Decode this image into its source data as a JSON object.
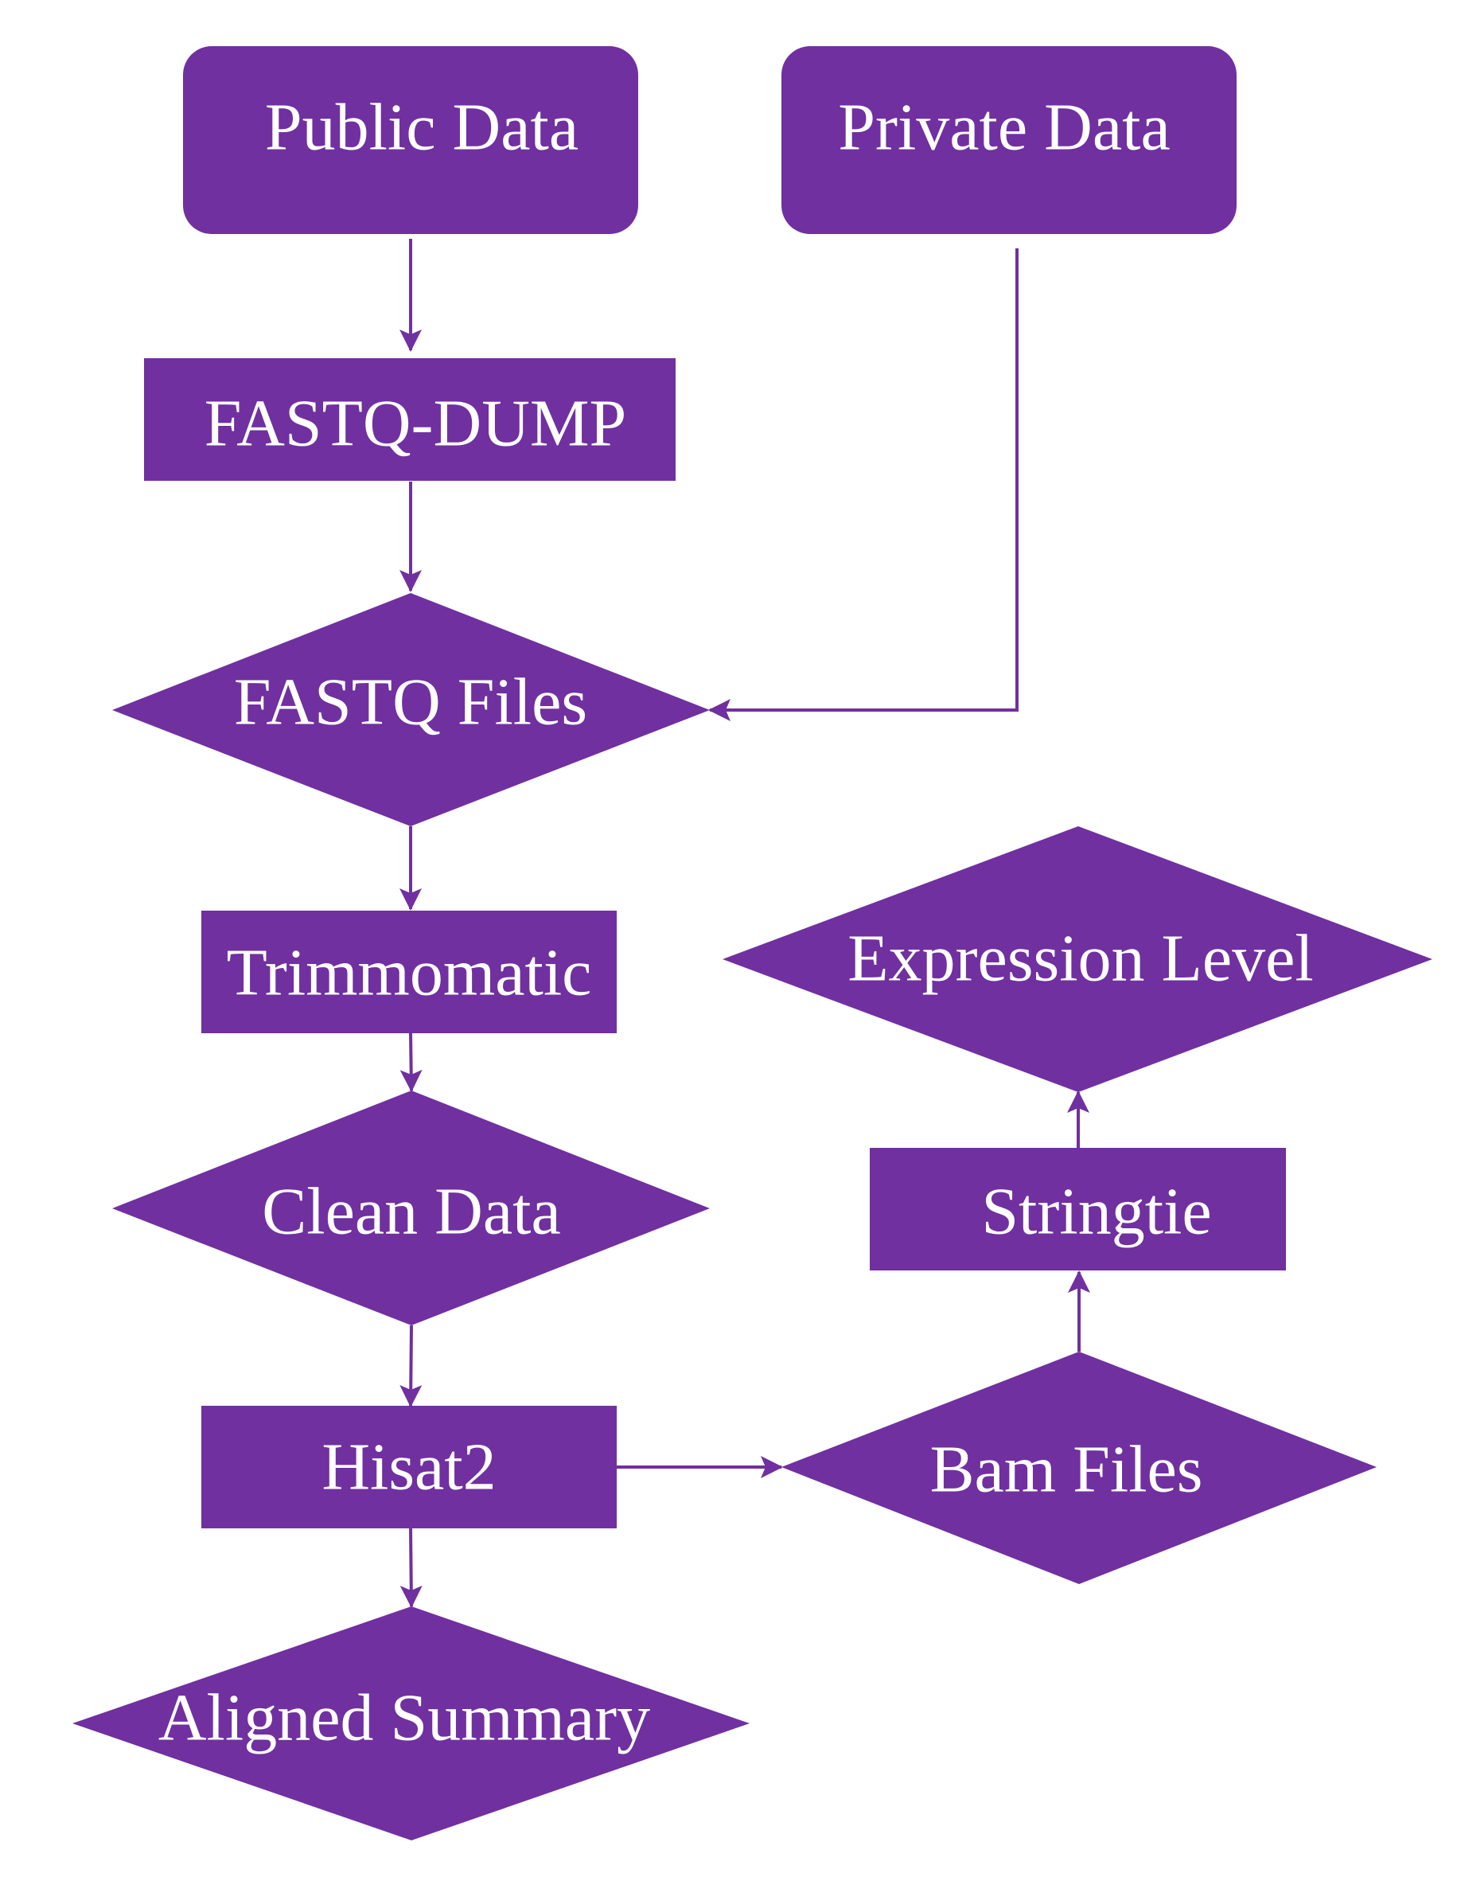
{
  "colors": {
    "node_fill": "#7030a0",
    "edge": "#7030a0",
    "text": "#ffffff",
    "background": "#ffffff"
  },
  "nodes": {
    "public_data": "Public Data",
    "private_data": "Private Data",
    "fastq_dump": "FASTQ-DUMP",
    "fastq_files": "FASTQ Files",
    "trimmomatic": "Trimmomatic",
    "clean_data": "Clean Data",
    "hisat2": "Hisat2",
    "aligned_summary": "Aligned Summary",
    "bam_files": "Bam Files",
    "stringtie": "Stringtie",
    "expression_level": "Expression Level"
  },
  "edges": [
    {
      "from": "public_data",
      "to": "fastq_dump"
    },
    {
      "from": "fastq_dump",
      "to": "fastq_files"
    },
    {
      "from": "private_data",
      "to": "fastq_files"
    },
    {
      "from": "fastq_files",
      "to": "trimmomatic"
    },
    {
      "from": "trimmomatic",
      "to": "clean_data"
    },
    {
      "from": "clean_data",
      "to": "hisat2"
    },
    {
      "from": "hisat2",
      "to": "aligned_summary"
    },
    {
      "from": "hisat2",
      "to": "bam_files"
    },
    {
      "from": "bam_files",
      "to": "stringtie"
    },
    {
      "from": "stringtie",
      "to": "expression_level"
    }
  ]
}
